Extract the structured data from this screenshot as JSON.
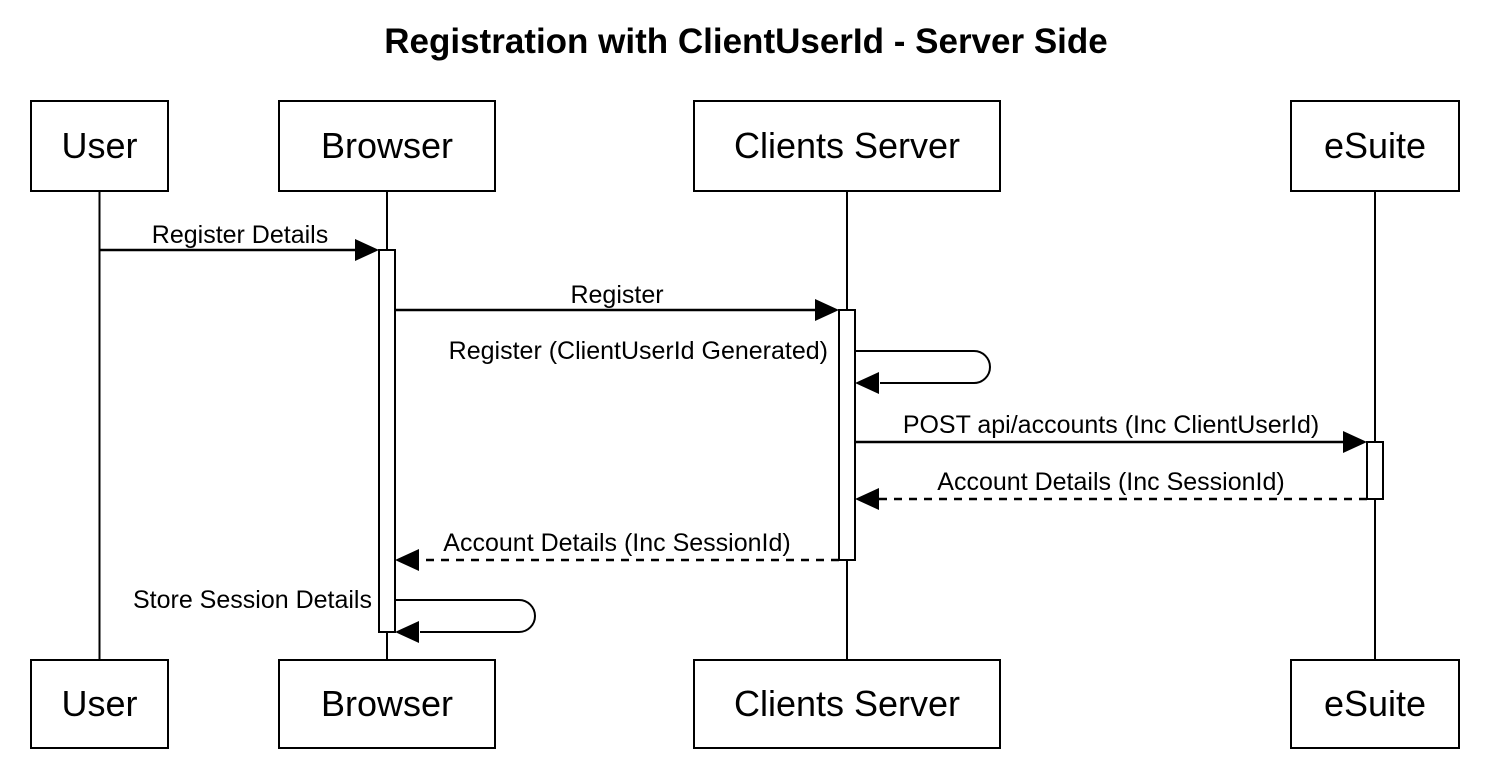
{
  "title": "Registration with ClientUserId - Server Side",
  "diagram_type": "uml-sequence-diagram",
  "colors": {
    "stroke": "#000000",
    "text": "#000000",
    "box_fill": "#ffffff",
    "background": "#ffffff"
  },
  "participants": [
    {
      "name": "User"
    },
    {
      "name": "Browser"
    },
    {
      "name": "Clients Server"
    },
    {
      "name": "eSuite"
    }
  ],
  "messages": [
    {
      "from": "User",
      "to": "Browser",
      "label": "Register Details",
      "line": "solid",
      "kind": "call"
    },
    {
      "from": "Browser",
      "to": "Clients Server",
      "label": "Register",
      "line": "solid",
      "kind": "call"
    },
    {
      "from": "Clients Server",
      "to": "Clients Server",
      "label": "Register (ClientUserId Generated)",
      "line": "solid",
      "kind": "self"
    },
    {
      "from": "Clients Server",
      "to": "eSuite",
      "label": "POST api/accounts (Inc ClientUserId)",
      "line": "solid",
      "kind": "call"
    },
    {
      "from": "eSuite",
      "to": "Clients Server",
      "label": "Account Details (Inc SessionId)",
      "line": "dashed",
      "kind": "return"
    },
    {
      "from": "Clients Server",
      "to": "Browser",
      "label": "Account Details (Inc SessionId)",
      "line": "dashed",
      "kind": "return"
    },
    {
      "from": "Browser",
      "to": "Browser",
      "label": "Store Session Details",
      "line": "solid",
      "kind": "self"
    }
  ]
}
